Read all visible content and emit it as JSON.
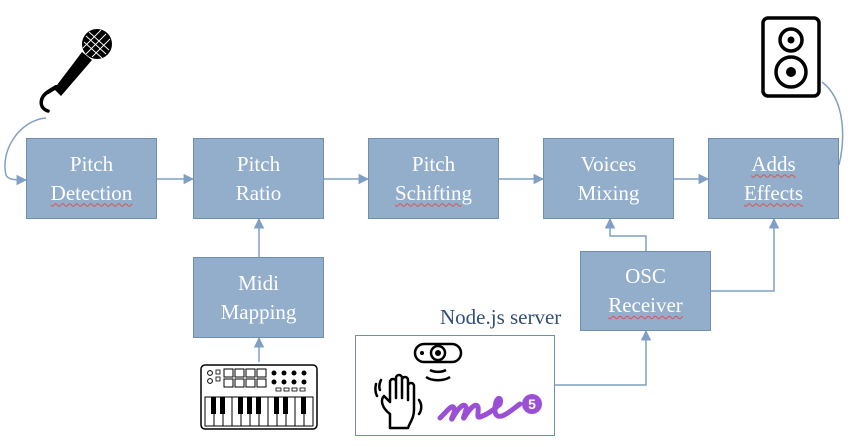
{
  "nodes": {
    "pitch_detection": {
      "line1": "Pitch",
      "line2": "Detection"
    },
    "pitch_ratio": {
      "line1": "Pitch",
      "line2": "Ratio"
    },
    "pitch_shifting": {
      "line1": "Pitch",
      "line2": "Schifting"
    },
    "voices_mixing": {
      "line1": "Voices",
      "line2": "Mixing"
    },
    "adds_effects": {
      "line1": "Adds",
      "line2": "Effects"
    },
    "midi_mapping": {
      "line1": "Midi",
      "line2": "Mapping"
    },
    "osc_receiver": {
      "line1": "OSC",
      "line2": "Receiver"
    }
  },
  "server_label": "Node.js server",
  "icons": [
    "microphone-icon",
    "speaker-icon",
    "midi-keyboard-icon",
    "webcam-icon",
    "hand-wave-icon",
    "ml5-logo"
  ],
  "colors": {
    "box_fill": "#93aecb",
    "box_border": "#6d8fb4",
    "line": "#7fa0c4",
    "text_dark": "#2f4f75",
    "ml5_purple": "#9b4fd4"
  }
}
